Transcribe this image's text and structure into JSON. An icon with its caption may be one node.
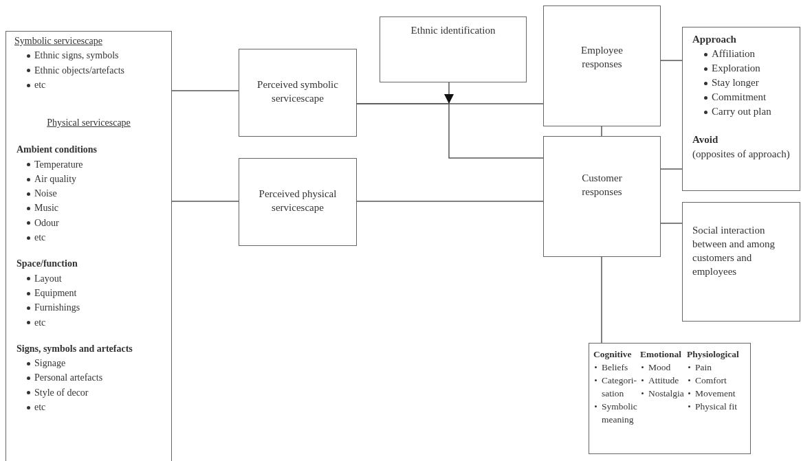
{
  "diagram": {
    "nodes": [
      {
        "text": [
          "Symbolic servicescape",
          "Ethnic signs, symbols",
          "Ethnic objects/artefacts",
          "etc"
        ]
      },
      {
        "text": [
          "Physical servicescape",
          "Ambient conditions",
          "Temperature",
          "Air quality",
          "Noise",
          "Music",
          "Odour",
          "etc",
          "Space/function",
          "Layout",
          "Equipment",
          "Furnishings",
          "etc",
          "Signs, symbols and artefacts",
          "Signage",
          "Personal artefacts",
          "Style of decor",
          "etc"
        ]
      },
      {
        "text": [
          "Perceived symbolic servicescape"
        ]
      },
      {
        "text": [
          "Perceived physical servicescape"
        ]
      },
      {
        "text": [
          "Ethnic identification"
        ]
      },
      {
        "text": [
          "Employee responses"
        ]
      },
      {
        "text": [
          "Customer responses"
        ]
      },
      {
        "text": [
          "Approach",
          "Affiliation",
          "Exploration",
          "Stay longer",
          "Commitment",
          "Carry out plan",
          "Avoid",
          "(opposites of approach)"
        ]
      },
      {
        "text": [
          "Social interaction between and among customers and employees"
        ]
      },
      {
        "text": [
          "Cognitive",
          "Beliefs",
          "Categori- sation",
          "Symbolic meaning",
          "Emotional",
          "Mood",
          "Attitude",
          "Nostalgia",
          "Physiological",
          "Pain",
          "Comfort",
          "Movement",
          "Physical fit"
        ]
      }
    ],
    "edges": [
      {
        "from": 0,
        "to": 2,
        "arrow": "none"
      },
      {
        "from": 1,
        "to": 3,
        "arrow": "none"
      },
      {
        "from": 2,
        "to": 5,
        "arrow": "none"
      },
      {
        "from": 2,
        "to": 6,
        "arrow": "none"
      },
      {
        "from": 4,
        "to": null,
        "arrow": "to"
      },
      {
        "from": 3,
        "to": 6,
        "arrow": "none"
      },
      {
        "from": 5,
        "to": 6,
        "arrow": "none"
      },
      {
        "from": 5,
        "to": 7,
        "arrow": "none"
      },
      {
        "from": 6,
        "to": 7,
        "arrow": "none"
      },
      {
        "from": 6,
        "to": 8,
        "arrow": "none"
      },
      {
        "from": 6,
        "to": 9,
        "arrow": "none"
      }
    ]
  }
}
